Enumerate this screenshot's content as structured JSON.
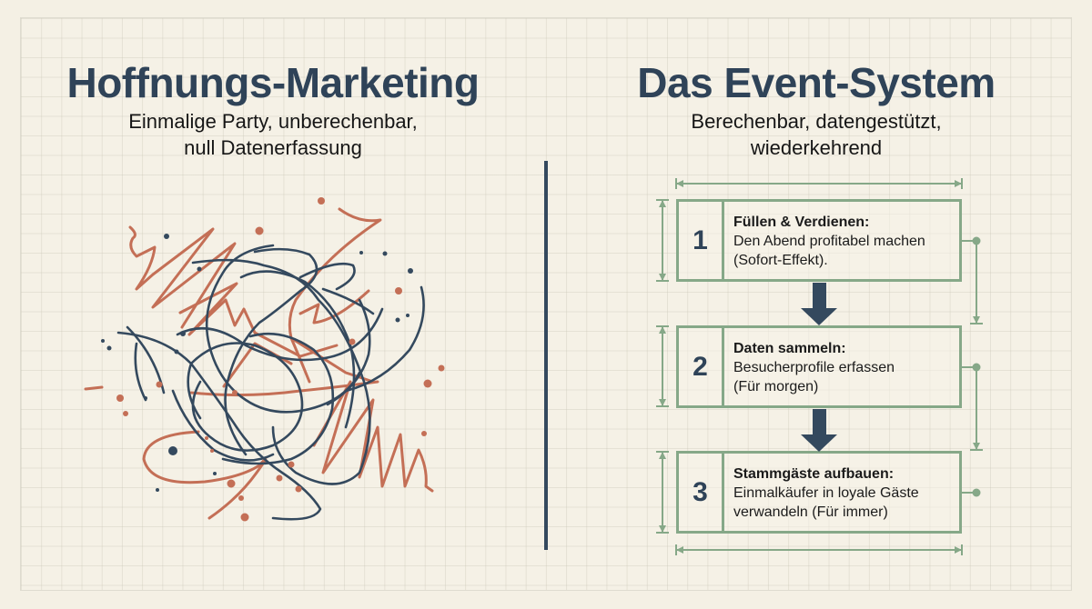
{
  "left": {
    "title": "Hoffnungs-Marketing",
    "subtitle_line1": "Einmalige Party, unberechenbar,",
    "subtitle_line2": "null Datenerfassung",
    "illustration": "chaotic-scribble"
  },
  "right": {
    "title": "Das Event-System",
    "subtitle_line1": "Berechenbar, datengestützt,",
    "subtitle_line2": "wiederkehrend",
    "steps": [
      {
        "number": "1",
        "heading": "Füllen & Verdienen:",
        "line1": "Den Abend profitabel machen",
        "line2": "(Sofort-Effekt)."
      },
      {
        "number": "2",
        "heading": "Daten sammeln:",
        "line1": "Besucherprofile erfassen",
        "line2": "(Für morgen)"
      },
      {
        "number": "3",
        "heading": "Stammgäste aufbauen:",
        "line1": "Einmalkäufer in loyale Gäste",
        "line2": "verwandeln (Für immer)"
      }
    ]
  },
  "colors": {
    "background": "#f4f0e4",
    "navy": "#34495e",
    "green": "#86a888",
    "terracotta": "#c46f56"
  }
}
